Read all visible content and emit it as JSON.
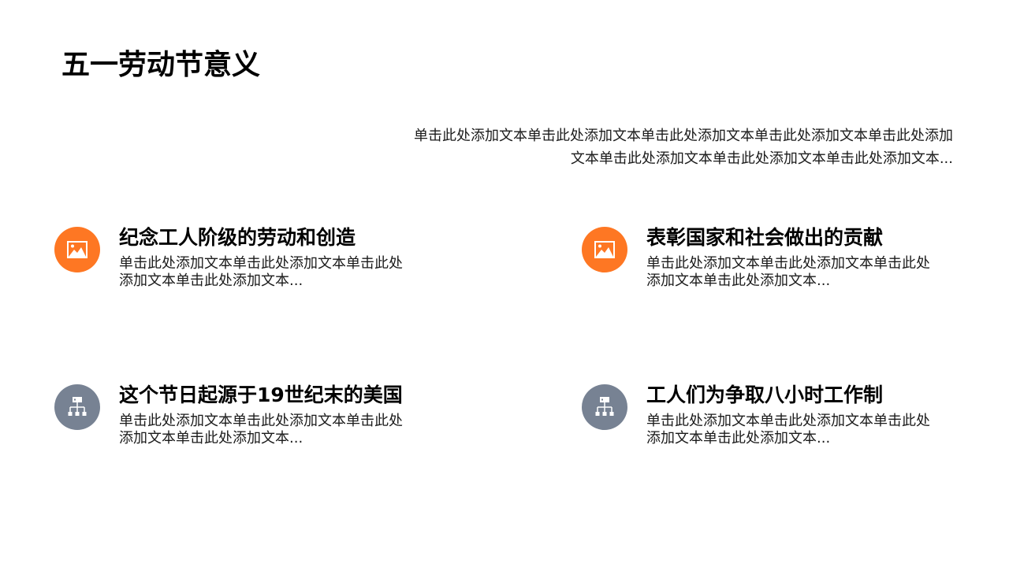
{
  "slide": {
    "title": "五一劳动节意义",
    "intro_text": "单击此处添加文本单击此处添加文本单击此处添加文本单击此处添加文本单击此处添加文本单击此处添加文本单击此处添加文本单击此处添加文本...",
    "colors": {
      "accent_orange": "#fe7723",
      "accent_gray": "#778293",
      "title": "#000000",
      "body": "#1a1a1a"
    },
    "items": [
      {
        "icon": "image-icon",
        "icon_color": "orange",
        "heading": "纪念工人阶级的劳动和创造",
        "text": "单击此处添加文本单击此处添加文本单击此处添加文本单击此处添加文本..."
      },
      {
        "icon": "image-icon",
        "icon_color": "orange",
        "heading": "表彰国家和社会做出的贡献",
        "text": "单击此处添加文本单击此处添加文本单击此处添加文本单击此处添加文本..."
      },
      {
        "icon": "hierarchy-icon",
        "icon_color": "gray",
        "heading": "这个节日起源于19世纪末的美国",
        "text": "单击此处添加文本单击此处添加文本单击此处添加文本单击此处添加文本..."
      },
      {
        "icon": "hierarchy-icon",
        "icon_color": "gray",
        "heading": "工人们为争取八小时工作制",
        "text": "单击此处添加文本单击此处添加文本单击此处添加文本单击此处添加文本..."
      }
    ]
  }
}
